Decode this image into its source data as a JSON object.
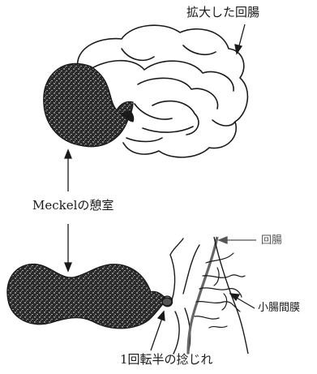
{
  "labels": {
    "dilated_ileum": "拡大した回腸",
    "meckel_diverticulum": "Meckelの憩室",
    "ileum": "回腸",
    "mesentery": "小腸間膜",
    "torsion": "1回転半の捻じれ"
  },
  "colors": {
    "ink": "#1a1a1a",
    "stipple": "#333333",
    "muted": "#555555",
    "background": "#ffffff"
  }
}
